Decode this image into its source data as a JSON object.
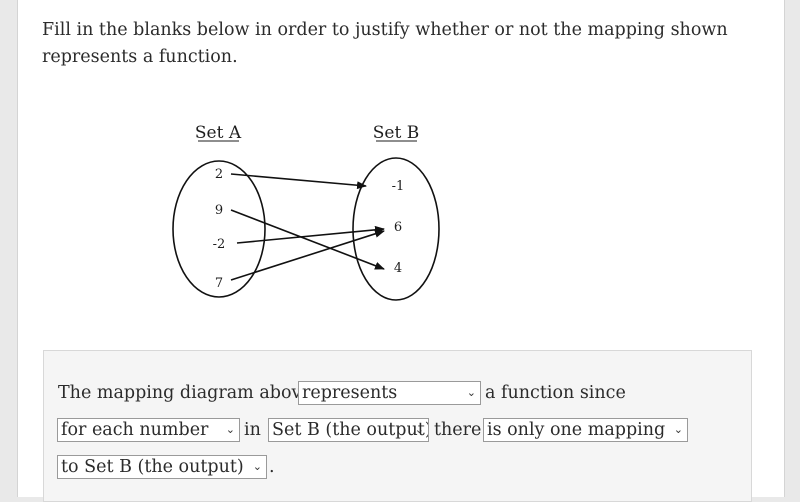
{
  "question": {
    "prompt": "Fill in the blanks below in order to justify whether or not the mapping shown represents a function."
  },
  "diagram": {
    "set_a_title": "Set A",
    "set_b_title": "Set B",
    "set_a": [
      "2",
      "9",
      "-2",
      "7"
    ],
    "set_b": [
      "-1",
      "6",
      "4"
    ],
    "mappings": [
      [
        "2",
        "-1"
      ],
      [
        "9",
        "4"
      ],
      [
        "-2",
        "6"
      ],
      [
        "7",
        "6"
      ]
    ]
  },
  "answer": {
    "text_1": "The mapping diagram above",
    "select_1": "represents",
    "text_2": "a function since",
    "select_2": "for each number",
    "text_3": "in",
    "select_3": "Set B (the output)",
    "text_4": "there",
    "select_4": "is only one mapping",
    "select_5": "to Set B (the output)",
    "text_5": ".",
    "caret_icon": "chevron-down-icon"
  }
}
